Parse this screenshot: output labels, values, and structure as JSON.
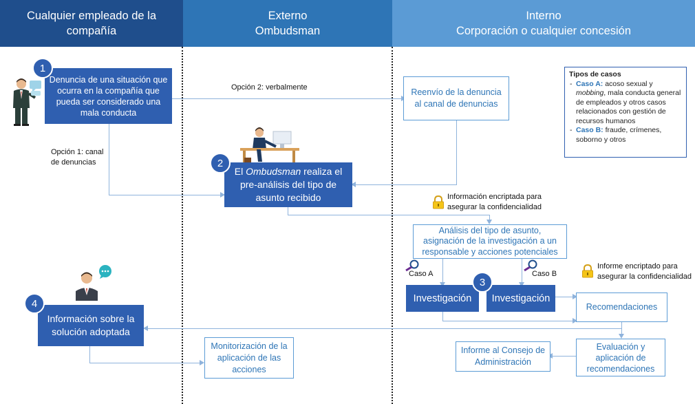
{
  "headers": {
    "col1": [
      "Cualquier empleado de la",
      "compañía"
    ],
    "col2": [
      "Externo",
      "Ombudsman"
    ],
    "col3": [
      "Interno",
      "Corporación o cualquier concesión"
    ]
  },
  "steps": {
    "s1_number": "1",
    "s1_text": "Denuncia de una situación que ocurra en la compañía que pueda ser considerado una mala conducta",
    "s2_number": "2",
    "s2_text_italic": "Ombudsman",
    "s2_text_a": "El ",
    "s2_text_b": " realiza el pre-análisis del tipo de asunto recibido",
    "s3_number": "3",
    "s4_number": "4",
    "s4_text": "Información sobre la solución adoptada"
  },
  "boxes": {
    "reenvio": "Reenvío de la denuncia al canal de denuncias",
    "analisis": "Análisis del tipo de asunto, asignación de la investigación a un responsable y acciones potenciales",
    "investigacion_a": "Investigación",
    "investigacion_b": "Investigación",
    "recomendaciones": "Recomendaciones",
    "evaluacion": "Evaluación y aplicación de recomendaciones",
    "informe_consejo": "Informe al Consejo de Administración",
    "monitorizacion": "Monitorización de la aplicación de las acciones"
  },
  "labels": {
    "opcion2": "Opción 2: verbalmente",
    "opcion1": "Opción 1: canal de denuncias",
    "encriptada": "Información encriptada para asegurar la confidencialidad",
    "informe_encriptado": "Informe encriptado para asegurar la confidencialidad",
    "caso_a": "Caso A",
    "caso_b": "Caso B"
  },
  "legend": {
    "title": "Tipos de casos",
    "a_label": "Caso A:",
    "a_text1": " acoso sexual y ",
    "a_italic": "mobbing",
    "a_text2": ", mala conducta general de empleados y otros casos relacionados con gestión de recursos humanos",
    "b_label": "Caso B:",
    "b_text": " fraude, crímenes, soborno y otros"
  },
  "icons": [
    "employee-icon",
    "chat-bubble-icon",
    "ombudsman-desk-icon",
    "manager-icon",
    "speech-bubble-icon",
    "lock-icon",
    "magnifier-icon"
  ],
  "colors": {
    "header_dark": "#1f4e8c",
    "header_mid": "#2e75b6",
    "header_light": "#5b9bd5",
    "box_dark": "#2f5fb0",
    "connector": "#8fb3dc"
  }
}
